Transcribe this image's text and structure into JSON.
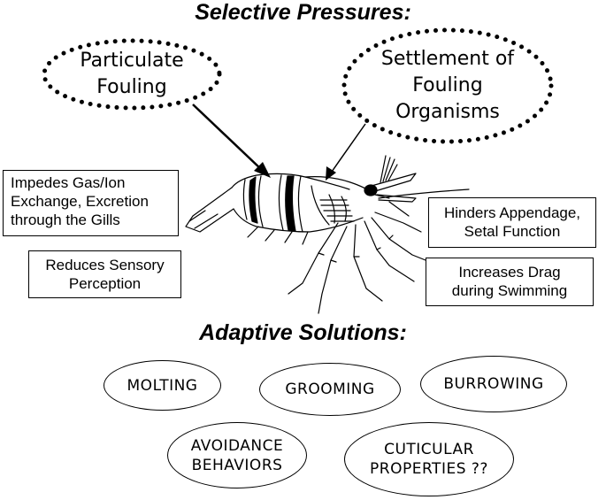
{
  "selective_pressures": {
    "heading": "Selective Pressures:",
    "pressures": [
      {
        "label": "Particulate\nFouling"
      },
      {
        "label": "Settlement of\nFouling\nOrganisms"
      }
    ]
  },
  "effects": [
    {
      "label": "Impedes Gas/Ion\nExchange, Excretion\nthrough the Gills"
    },
    {
      "label": "Reduces Sensory\nPerception"
    },
    {
      "label": "Hinders Appendage,\nSetal Function"
    },
    {
      "label": "Increases Drag\nduring Swimming"
    }
  ],
  "adaptive_solutions": {
    "heading": "Adaptive Solutions:",
    "solutions": [
      {
        "label": "MOLTING"
      },
      {
        "label": "GROOMING"
      },
      {
        "label": "BURROWING"
      },
      {
        "label": "AVOIDANCE\nBEHAVIORS"
      },
      {
        "label": "CUTICULAR\nPROPERTIES ??"
      }
    ]
  }
}
